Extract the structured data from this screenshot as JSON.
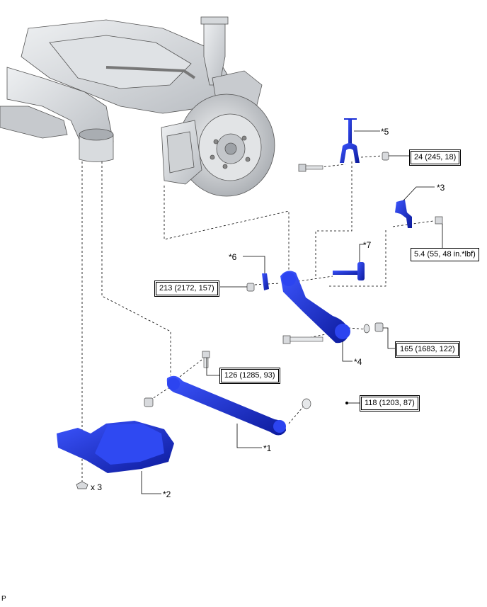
{
  "callouts": {
    "c1": "*1",
    "c2": "*2",
    "c3": "*3",
    "c4": "*4",
    "c5": "*5",
    "c6": "*6",
    "c7": "*7"
  },
  "quantity_note": "x 3",
  "torques": {
    "t24": "24 (245, 18)",
    "t54": "5.4 (55, 48 in.*lbf)",
    "t213": "213 (2172, 157)",
    "t165": "165 (1683, 122)",
    "t126": "126 (1285, 93)",
    "t118": "118 (1203, 87)"
  },
  "corner_mark": "P",
  "colors": {
    "part_blue": "#1a2fd6",
    "part_blue_dark": "#0c1a9a",
    "line": "#000000",
    "engine_gray": "#cfd2d6"
  }
}
